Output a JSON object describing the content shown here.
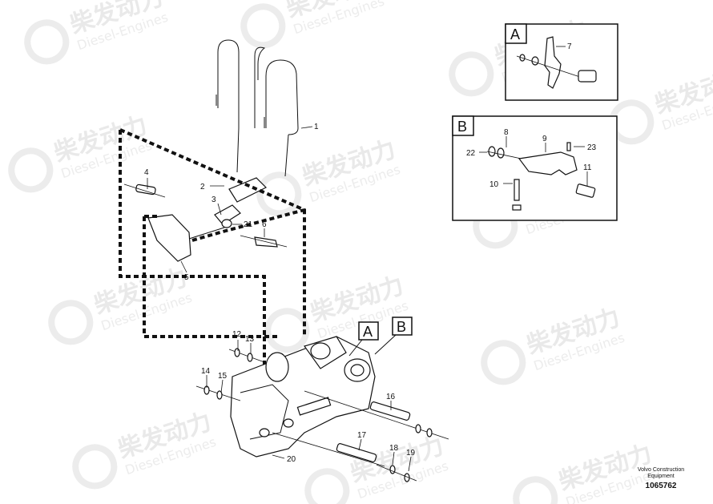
{
  "watermark": {
    "brand": "柴发动力",
    "sub": "Diesel-Engines"
  },
  "detail_boxes": [
    {
      "letter": "A",
      "labels": [
        "7"
      ]
    },
    {
      "letter": "B",
      "labels": [
        "8",
        "9",
        "22",
        "23",
        "10",
        "11"
      ]
    }
  ],
  "callout_letters": [
    "A",
    "B"
  ],
  "part_labels": [
    "1",
    "2",
    "3",
    "4",
    "5",
    "6",
    "21",
    "12",
    "13",
    "14",
    "15",
    "16",
    "17",
    "18",
    "19",
    "20"
  ],
  "credit": {
    "line1": "Volvo Construction",
    "line2": "Equipment",
    "number": "1065762"
  }
}
